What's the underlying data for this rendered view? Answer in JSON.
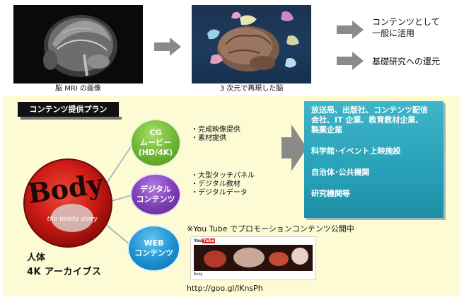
{
  "top": {
    "mri_caption": "脳 MRI の画像",
    "reconstruction_caption": "3 次元で再現した脳",
    "outputs": [
      "コンテンツとして",
      "一般に活用",
      "基礎研究への還元"
    ]
  },
  "plan": {
    "title": "コンテンツ提供プラン",
    "logo_text": "the inside story",
    "logo_word": "Body",
    "archive_lines": [
      "人体",
      "4K アーカイブス"
    ],
    "circles": {
      "cg": [
        "CG",
        "ムービー",
        "(HD/4K)"
      ],
      "digital": [
        "デジタル",
        "コンテンツ"
      ],
      "web": [
        "WEB",
        "コンテンツ"
      ]
    },
    "cg_bullets": [
      "・完成映像提供",
      "・素材提供"
    ],
    "digital_bullets": [
      "・大型タッチパネル",
      "・デジタル教材",
      "・デジタルデータ"
    ],
    "targets": [
      "放送局、出版社、コンテンツ配信",
      "会社、IT 企業、教育教材企業、",
      "製薬企業",
      "科学館･イベント上映施設",
      "自治体･公共機関",
      "研究機関等"
    ],
    "youtube_note": "※You Tube でプロモーションコンテンツ公開中",
    "url": "http://goo.gl/lKnsPh"
  },
  "colors": {
    "panel": "#fdfbd4",
    "cg_circle": "#6cb531",
    "digital_circle": "#7c3db5",
    "web_circle": "#1d8fcf",
    "target_box": "#27a1b8",
    "arrow": "#8a8a8a"
  }
}
